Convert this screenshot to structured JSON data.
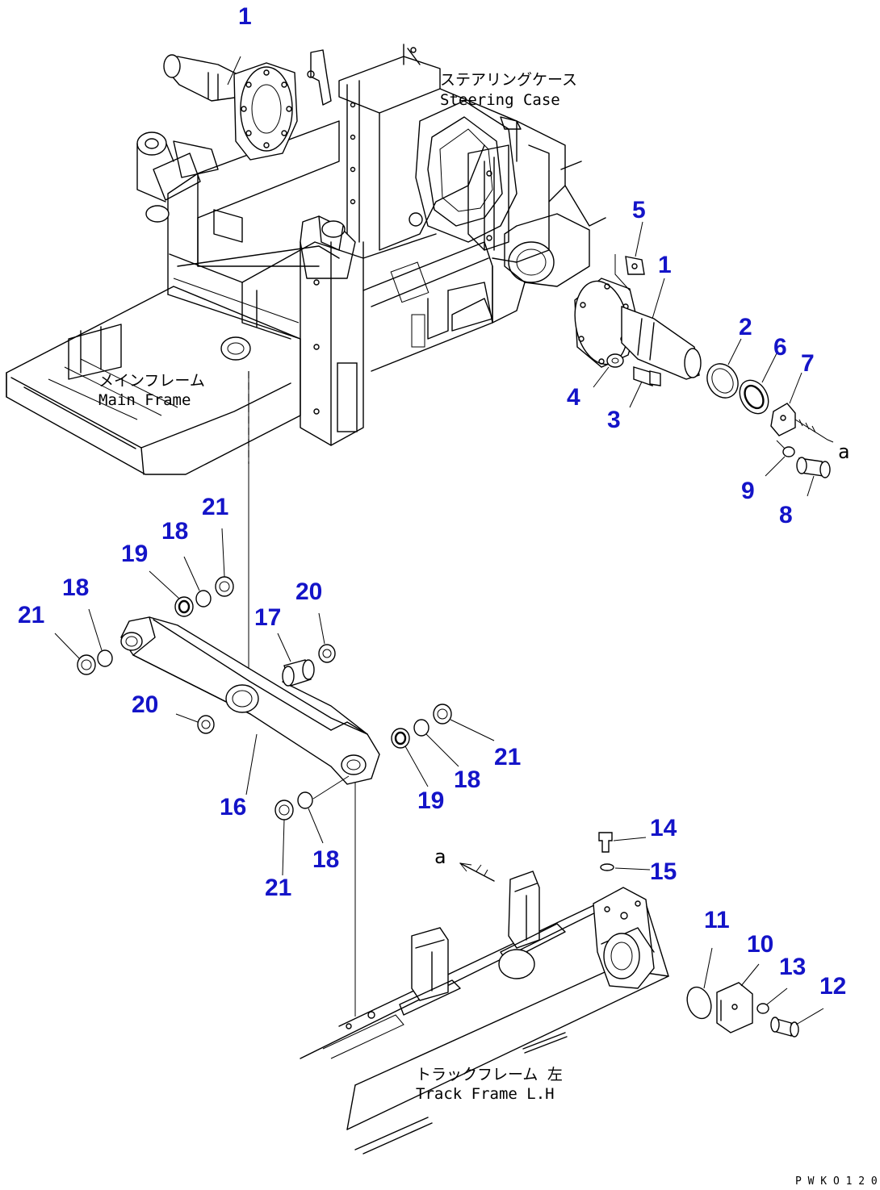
{
  "callouts": [
    {
      "id": "c1a",
      "text": "1"
    },
    {
      "id": "c1b",
      "text": "1"
    },
    {
      "id": "c2",
      "text": "2"
    },
    {
      "id": "c3",
      "text": "3"
    },
    {
      "id": "c4",
      "text": "4"
    },
    {
      "id": "c5",
      "text": "5"
    },
    {
      "id": "c6",
      "text": "6"
    },
    {
      "id": "c7",
      "text": "7"
    },
    {
      "id": "c8",
      "text": "8"
    },
    {
      "id": "c9",
      "text": "9"
    },
    {
      "id": "c10",
      "text": "10"
    },
    {
      "id": "c11",
      "text": "11"
    },
    {
      "id": "c12",
      "text": "12"
    },
    {
      "id": "c13",
      "text": "13"
    },
    {
      "id": "c14",
      "text": "14"
    },
    {
      "id": "c15",
      "text": "15"
    },
    {
      "id": "c16",
      "text": "16"
    },
    {
      "id": "c17",
      "text": "17"
    },
    {
      "id": "c18a",
      "text": "18"
    },
    {
      "id": "c18b",
      "text": "18"
    },
    {
      "id": "c18c",
      "text": "18"
    },
    {
      "id": "c18d",
      "text": "18"
    },
    {
      "id": "c19a",
      "text": "19"
    },
    {
      "id": "c19b",
      "text": "19"
    },
    {
      "id": "c20a",
      "text": "20"
    },
    {
      "id": "c20b",
      "text": "20"
    },
    {
      "id": "c21a",
      "text": "21"
    },
    {
      "id": "c21b",
      "text": "21"
    },
    {
      "id": "c21c",
      "text": "21"
    },
    {
      "id": "c21d",
      "text": "21"
    }
  ],
  "labels": {
    "steering_case_jp": "ステアリングケース",
    "steering_case_en": "Steering Case",
    "main_frame_jp": "メインフレーム",
    "main_frame_en": "Main Frame",
    "track_frame_jp": "トラックフレーム 左",
    "track_frame_en": "Track Frame L.H",
    "ref_a1": "a",
    "ref_a2": "a",
    "drawing_code": "P W K O 1 2 0"
  }
}
